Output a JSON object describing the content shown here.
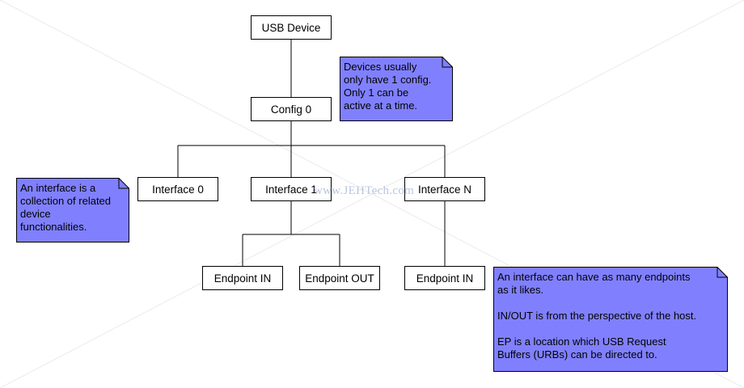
{
  "nodes": {
    "usb_device": "USB Device",
    "config0": "Config 0",
    "interface0": "Interface 0",
    "interface1": "Interface 1",
    "interfaceN": "Interface N",
    "ep_in_1": "Endpoint IN",
    "ep_out_1": "Endpoint OUT",
    "ep_in_n": "Endpoint IN"
  },
  "notes": {
    "config": "Devices usually\nonly have 1 config.\nOnly 1 can be\nactive at a time.",
    "interface": "An interface is a\ncollection of related\ndevice\nfunctionalities.",
    "endpoint": "An interface can have as many endpoints\nas it likes.\n\nIN/OUT is from the perspective of the host.\n\nEP is a location which USB Request\nBuffers (URBs) can be directed to."
  },
  "watermark": "www.JEHTech.com",
  "colors": {
    "note_fill": "#8080ff",
    "line": "#000000"
  }
}
